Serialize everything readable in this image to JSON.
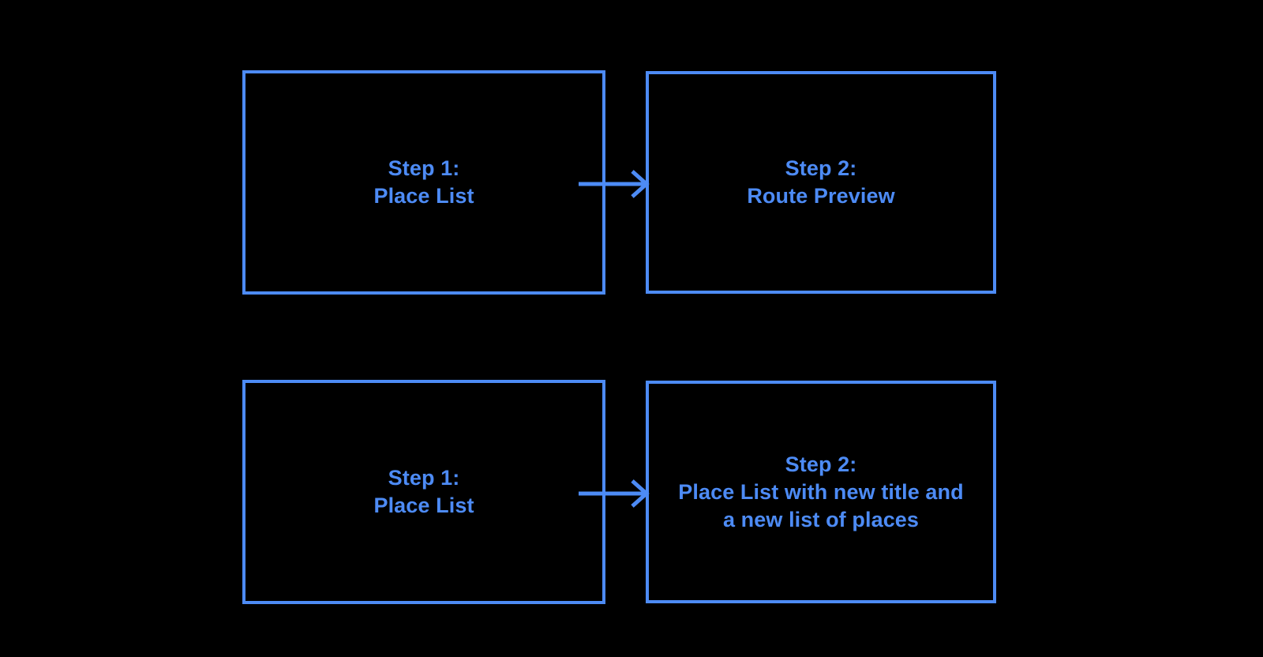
{
  "diagram": {
    "type": "flow",
    "background_color": "#000000",
    "accent_color": "#4d8bf5",
    "rows": [
      {
        "id": "row-1",
        "boxes": [
          {
            "id": "row1-step1",
            "label": "Step 1:\nPlace List"
          },
          {
            "id": "row1-step2",
            "label": "Step 2:\nRoute Preview"
          }
        ],
        "connector": {
          "id": "row1-arrow",
          "direction": "right",
          "style": "line-with-open-arrowhead"
        }
      },
      {
        "id": "row-2",
        "boxes": [
          {
            "id": "row2-step1",
            "label": "Step 1:\nPlace List"
          },
          {
            "id": "row2-step2",
            "label": "Step 2:\nPlace List with new title and\na new list of places"
          }
        ],
        "connector": {
          "id": "row2-arrow",
          "direction": "right",
          "style": "line-with-open-arrowhead"
        }
      }
    ]
  }
}
